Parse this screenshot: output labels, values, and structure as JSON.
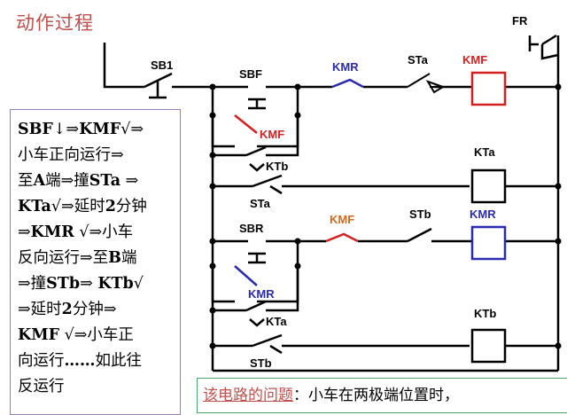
{
  "title": "动作过程",
  "labels": {
    "sb1": "SB1",
    "fr": "FR",
    "sbf": "SBF",
    "kmr_top": "KMR",
    "sta_top": "STa",
    "kmf_coil": "KMF",
    "kmf_hold": "KMF",
    "ktb_top": "KTb",
    "kta_coil": "KTa",
    "sta_mid": "STa",
    "sbr": "SBR",
    "kmf_interlock": "KMF",
    "stb_mid": "STb",
    "kmr_coil": "KMR",
    "kmr_hold": "KMR",
    "kta_low": "KTa",
    "ktb_coil": "KTb",
    "stb_low": "STb"
  },
  "description": {
    "l1a": "SBF",
    "l1b": "↓⇒",
    "l1c": "KMF",
    "l1d": "√⇒",
    "l2": "小车正向运行⇒",
    "l3a": "至",
    "l3b": "A",
    "l3c": "端⇒撞",
    "l3d": "STa",
    "l3e": " ⇒",
    "l4a": "KTa",
    "l4b": "√⇒延时",
    "l4c": "2",
    "l4d": "分钟",
    "l5a": "⇒",
    "l5b": "KMR",
    "l5c": " √⇒小车",
    "l6a": "反向运行⇒至",
    "l6b": "B",
    "l6c": "端",
    "l7a": "⇒撞",
    "l7b": "STb",
    "l7c": "⇒ ",
    "l7d": "KTb",
    "l7e": "√",
    "l8a": "⇒延时",
    "l8b": "2",
    "l8c": "分钟⇒",
    "l9a": "KMF",
    "l9b": " √⇒小车正",
    "l10a": "向运行",
    "l10b": "……",
    "l10c": "如此往",
    "l11": "反运行"
  },
  "problem": {
    "label": "该电路的问题",
    "text": "：小车在两极端位置时，"
  },
  "colors": {
    "title": "#c0504d",
    "red": "#d42020",
    "blue": "#2b2bb0",
    "orange": "#d2691e",
    "line": "#000000"
  }
}
